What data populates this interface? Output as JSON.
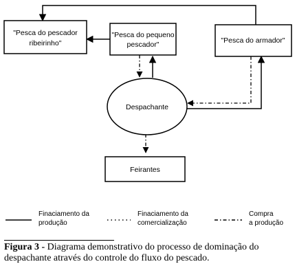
{
  "nodes": {
    "pescador_ribeirinho": {
      "line1": "\"Pesca do pescador",
      "line2": "ribeirinho\""
    },
    "pequeno_pescador": {
      "line1": "\"Pesca do pequeno",
      "line2": "pescador\""
    },
    "armador": {
      "line1": "\"Pesca do armador\""
    },
    "despachante": {
      "label": "Despachante"
    },
    "feirantes": {
      "label": "Feirantes"
    }
  },
  "legend": [
    {
      "style": "solid",
      "line1": "Finaciamento da",
      "line2": "produção"
    },
    {
      "style": "dotted",
      "line1": "Finaciamento da",
      "line2": "comercialização"
    },
    {
      "style": "dashdot",
      "line1": "Compra",
      "line2": "a produção"
    }
  ],
  "caption": {
    "label": "Figura 3 -",
    "text": "Diagrama demonstrativo do processo de dominação do despachante através do controle do fluxo do pescado."
  }
}
